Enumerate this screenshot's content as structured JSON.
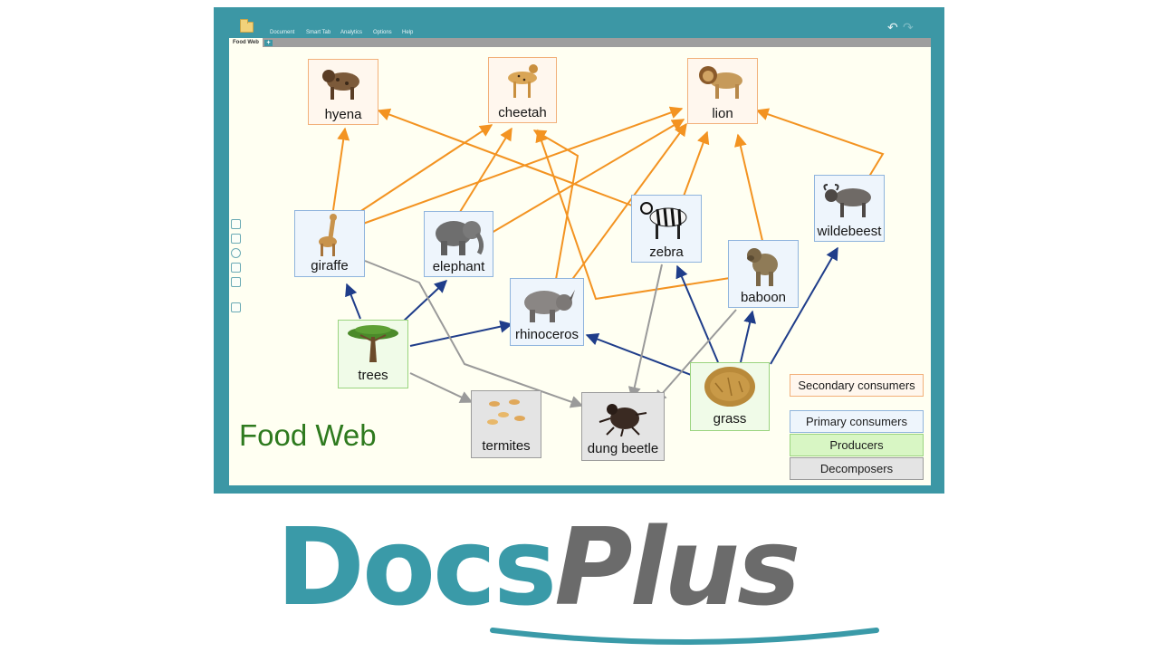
{
  "menu": {
    "items": [
      "Document",
      "Smart Tab",
      "Analytics",
      "Options",
      "Help"
    ]
  },
  "tabs": {
    "active": "Food Web",
    "add_symbol": "+"
  },
  "diagram": {
    "title": "Food Web",
    "nodes": {
      "hyena": "hyena",
      "cheetah": "cheetah",
      "lion": "lion",
      "giraffe": "giraffe",
      "elephant": "elephant",
      "zebra": "zebra",
      "wildebeest": "wildebeest",
      "baboon": "baboon",
      "rhinoceros": "rhinoceros",
      "trees": "trees",
      "grass": "grass",
      "termites": "termites",
      "dung_beetle": "dung beetle"
    },
    "legend": {
      "secondary": "Secondary consumers",
      "primary": "Primary consumers",
      "producers": "Producers",
      "decomposers": "Decomposers"
    },
    "colors": {
      "secondary_edge": "#f39321",
      "primary_edge": "#1f3d8a",
      "decomposer_edge": "#9a9a9a",
      "title_color": "#2e7a1e"
    }
  },
  "icons": [
    "folder-icon",
    "undo-icon",
    "redo-icon",
    "rectangle-tool-icon",
    "image-tool-icon",
    "shape-tool-icon",
    "text-tool-icon",
    "delete-icon",
    "share-icon"
  ],
  "brand": {
    "part1": "Docs",
    "part2": "Plus",
    "colors": {
      "docs": "#3a9aa8",
      "plus": "#6b6b6b"
    }
  }
}
